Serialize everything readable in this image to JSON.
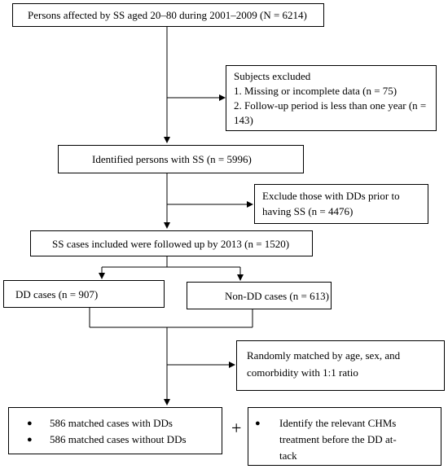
{
  "flow": {
    "top_box": "Persons affected by SS aged 20–80 during 2001–2009 (N = 6214)",
    "excluded_box": {
      "title": "Subjects excluded",
      "line1": "1. Missing or incomplete data (n = 75)",
      "line2a": "2. Follow-up period is less than one year (n =",
      "line2b": "143)"
    },
    "identified_box": "Identified persons with SS (n = 5996)",
    "exclude_dd_box": {
      "line1": "Exclude those with DDs prior to",
      "line2": "having SS (n = 4476)"
    },
    "followed_box": "SS cases included were followed up by 2013 (n = 1520)",
    "dd_box": "DD cases (n = 907)",
    "nondd_box": "Non-DD cases (n = 613)",
    "matched_rule_box": {
      "line1": "Randomly matched by age, sex, and",
      "line2": "comorbidity with 1:1 ratio"
    },
    "matched_cases_box": {
      "bullet1": "586 matched cases with DDs",
      "bullet2": "586 matched cases without DDs"
    },
    "plus_sign": "+",
    "chm_box": {
      "line1": "Identify the relevant CHMs",
      "line2": "treatment before the DD at-",
      "line3": "tack"
    },
    "bullet_symbol": "●"
  }
}
